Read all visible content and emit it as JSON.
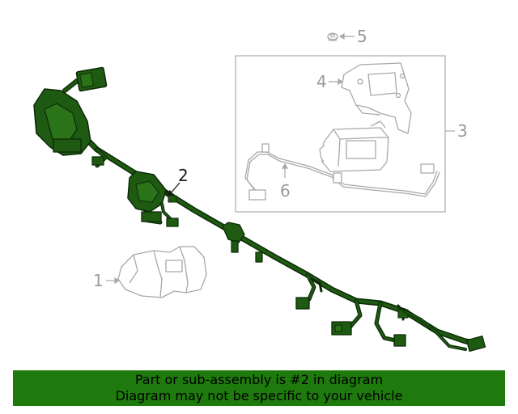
{
  "callouts": {
    "c1": "1",
    "c2": "2",
    "c3": "3",
    "c4": "4",
    "c5": "5",
    "c6": "6"
  },
  "banner": {
    "line1": "Part or sub-assembly is #2 in diagram",
    "line2": "Diagram may not be specific to your vehicle"
  },
  "colors": {
    "highlight_fill": "#1e5a12",
    "highlight_stroke": "#0c2a06",
    "gray_line": "#a8a8a8",
    "banner_bg": "#1e7a0c"
  },
  "highlighted_part": "2"
}
